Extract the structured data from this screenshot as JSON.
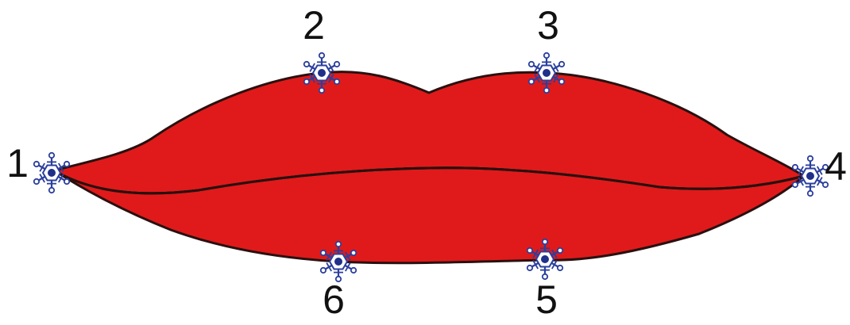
{
  "colors": {
    "lip_fill": "#e01a1a",
    "lip_outline": "#2a1010",
    "marker_stroke": "#2b3f9e",
    "marker_fill": "#ffffff",
    "marker_core": "#1f2f8a"
  },
  "landmarks": [
    {
      "id": "p1",
      "label": "1",
      "icon": "snowflake-marker-icon"
    },
    {
      "id": "p2",
      "label": "2",
      "icon": "snowflake-marker-icon"
    },
    {
      "id": "p3",
      "label": "3",
      "icon": "snowflake-marker-icon"
    },
    {
      "id": "p4",
      "label": "4",
      "icon": "snowflake-marker-icon"
    },
    {
      "id": "p5",
      "label": "5",
      "icon": "snowflake-marker-icon"
    },
    {
      "id": "p6",
      "label": "6",
      "icon": "snowflake-marker-icon"
    }
  ]
}
